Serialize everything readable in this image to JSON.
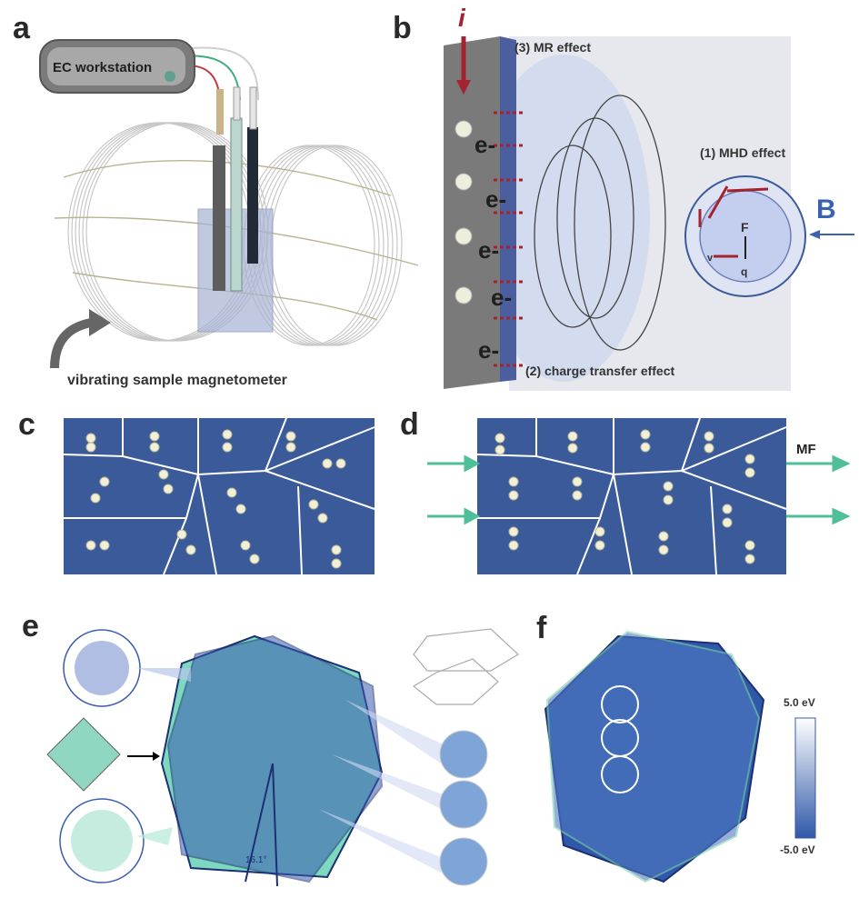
{
  "panel_labels": {
    "a": "a",
    "b": "b",
    "c": "c",
    "d": "d",
    "e": "e",
    "f": "f"
  },
  "panel_a": {
    "workstation_label": "EC workstation",
    "caption": "vibrating sample magnetometer"
  },
  "panel_b": {
    "current_symbol": "i",
    "mr_label": "(3) MR effect",
    "mhd_label": "(1) MHD effect",
    "charge_label": "(2) charge transfer effect",
    "field_symbol": "B",
    "electron_label": "e-",
    "vec_F": "F",
    "vec_v": "v",
    "vec_q": "q"
  },
  "panel_d": {
    "field_label": "MF"
  },
  "panel_e": {
    "angle_label": "16.1°"
  },
  "colorbar": {
    "max_label": "5.0 eV",
    "min_label": "-5.0 eV"
  },
  "colors": {
    "domain_blue": "#3a5a9a",
    "arrow_green": "#4fbf9a",
    "arrow_red": "#a3242f",
    "lattice_blue": "#3a5cb0",
    "lattice_green": "#9fe0c8",
    "label_blue": "#3a62b0"
  }
}
